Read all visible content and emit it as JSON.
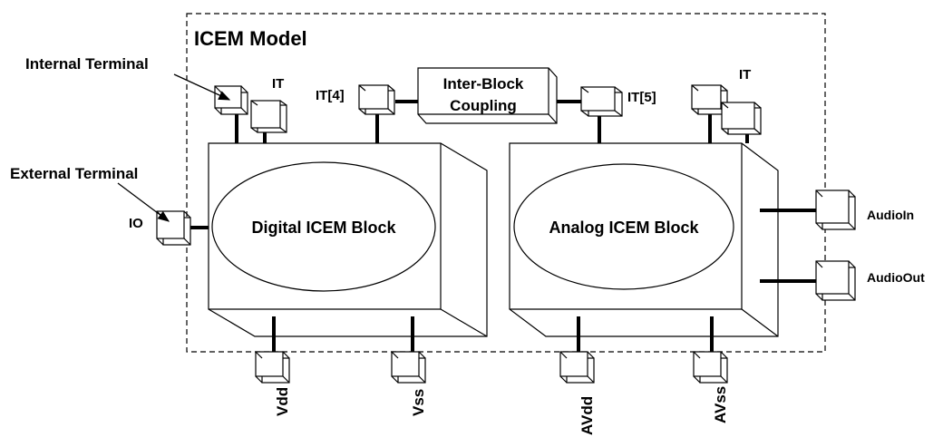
{
  "model": {
    "title": "ICEM Model"
  },
  "annotations": {
    "internal_terminal": "Internal Terminal",
    "external_terminal": "External Terminal"
  },
  "blocks": {
    "digital": "Digital ICEM Block",
    "analog": "Analog ICEM Block",
    "coupling_line1": "Inter-Block",
    "coupling_line2": "Coupling"
  },
  "terminals": {
    "it_left": "IT",
    "it_right": "IT",
    "it4": "IT[4]",
    "it5": "IT[5]",
    "io": "IO",
    "audio_in": "AudioIn",
    "audio_out": "AudioOut",
    "vdd": "Vdd",
    "vss": "Vss",
    "avdd": "AVdd",
    "avss": "AVss"
  },
  "colors": {
    "stroke": "#000000",
    "background": "#ffffff"
  }
}
